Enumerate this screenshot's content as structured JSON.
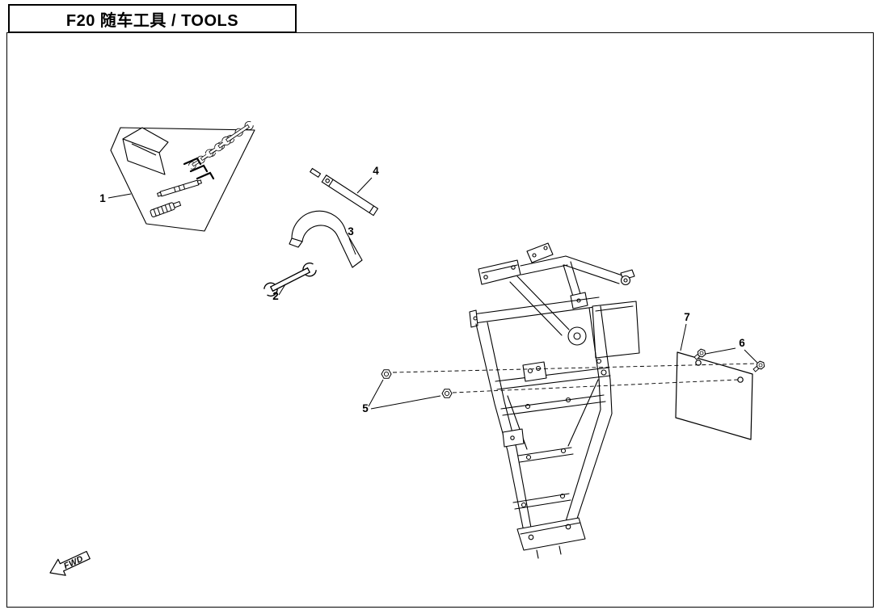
{
  "header": {
    "title": "F20 随车工具 / TOOLS"
  },
  "callouts": [
    {
      "label": "1"
    },
    {
      "label": "2"
    },
    {
      "label": "3"
    },
    {
      "label": "4"
    },
    {
      "label": "5"
    },
    {
      "label": "6"
    },
    {
      "label": "7"
    }
  ],
  "direction_marker": {
    "label": "FWD"
  },
  "colors": {
    "line": "#000000",
    "paper": "#ffffff"
  }
}
